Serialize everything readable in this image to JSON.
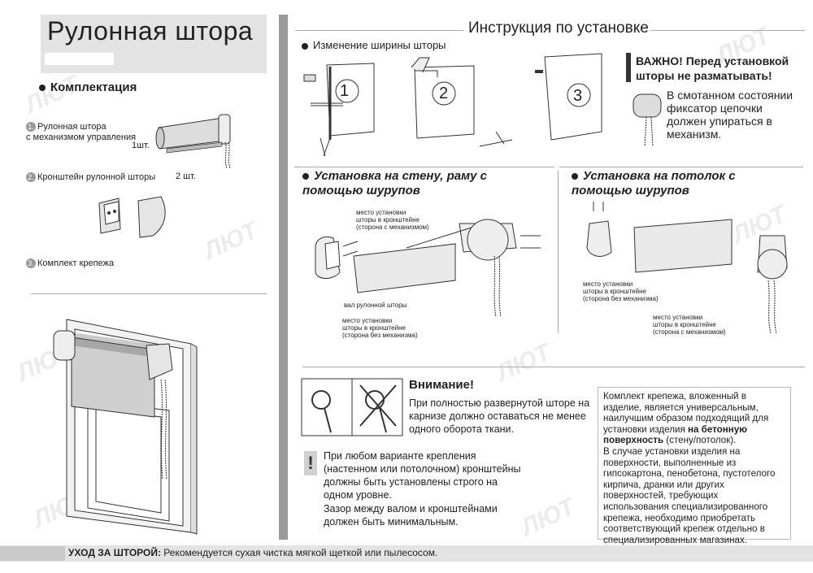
{
  "doc": {
    "title": "Рулонная  штора",
    "watermark": "ЛЮТ"
  },
  "kit": {
    "heading": "Комплектация",
    "items": [
      {
        "num": "1.",
        "text": "Рулонная штора\nс механизмом управления",
        "qty": "1шт."
      },
      {
        "num": "2.",
        "text": "Кронштейн рулонной шторы",
        "qty": "2 шт."
      },
      {
        "num": "3.",
        "text": "Комплект крепежа",
        "qty": ""
      }
    ]
  },
  "instructions": {
    "heading": "Инструкция  по установке",
    "width_change": "Изменение ширины шторы",
    "steps": [
      "1",
      "2",
      "3"
    ],
    "important": {
      "title": "ВАЖНО!  Перед установкой шторы не разматывать!",
      "text": "В смотанном состоянии фиксатор цепочки должен упираться в механизм."
    },
    "wall": {
      "title": "Установка на стену, раму с помощью шурупов",
      "label_mech": "место установки\nшторы в кронштейне\n(сторона с механизмом)",
      "label_shaft": "вал рулонной шторы",
      "label_nomech": "место установки\nшторы в кронштейне\n(сторона без механизма)"
    },
    "ceiling": {
      "title": "Установка на потолок с помощью шурупов",
      "label_nomech": "место установки\nшторы в кронштейне\n(сторона без механизма)",
      "label_mech": "место установки\nшторы в кронштейне\n(сторона с механизмом)"
    },
    "attention": {
      "title": "Внимание!",
      "text": "При полностью развернутой шторе на карнизе должно оставаться не менее одного оборота ткани."
    },
    "level": "При любом варианте крепления (настенном или потолочном) кронштейны должны быть установлены строго на одном уровне.",
    "gap": "Зазор между валом и кронштейнами должен быть минимальным.",
    "fasteners": {
      "p1": "Комплект крепежа, вложенный в изделие, является универсальным, наилучшим образом подходящий для установки изделия ",
      "bold": "на бетонную поверхность",
      "p2": " (стену/потолок).",
      "p3": "В случае установки изделия на поверхности, выполненные из гипсокартона, пенобетона, пустотелого кирпича, дранки или других поверхностей, требующих использования специализированного крепежа, необходимо приобретать соответствующий крепеж отдельно в специализированных магазинах."
    },
    "care": {
      "label": "УХОД ЗА ШТОРОЙ:",
      "text": " Рекомендуется сухая чистка мягкой щеткой или пылесосом."
    }
  }
}
